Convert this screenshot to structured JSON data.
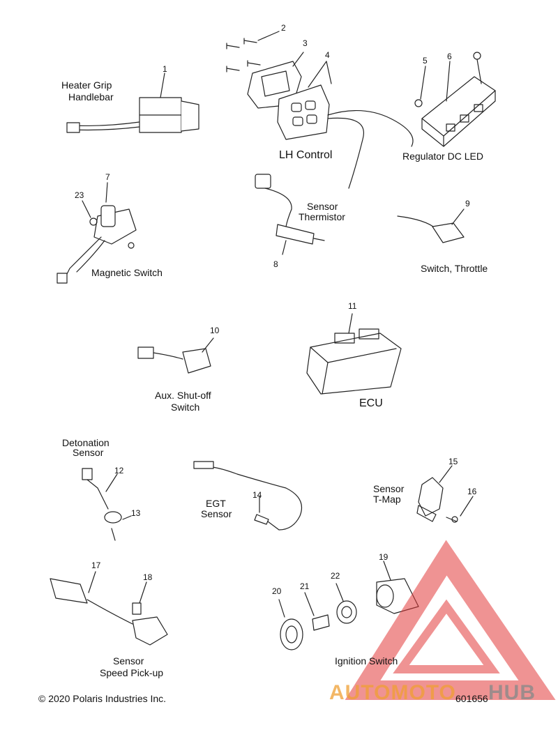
{
  "labels": {
    "heater_grip": "Heater Grip",
    "handlebar": "Handlebar",
    "lh_control": "LH Control",
    "regulator": "Regulator DC LED",
    "sensor": "Sensor",
    "thermistor": "Thermistor",
    "magnetic_switch": "Magnetic Switch",
    "switch_throttle": "Switch, Throttle",
    "aux_shutoff": "Aux. Shut-off",
    "aux_switch": "Switch",
    "ecu": "ECU",
    "detonation": "Detonation",
    "detonation_sensor": "Sensor",
    "egt": "EGT",
    "egt_sensor": "Sensor",
    "tmap_sensor": "Sensor",
    "tmap": "T-Map",
    "speed_sensor": "Sensor",
    "speed_pickup": "Speed Pick-up",
    "ignition_switch": "Ignition Switch"
  },
  "callouts": [
    "1",
    "2",
    "3",
    "4",
    "5",
    "6",
    "7",
    "8",
    "9",
    "10",
    "11",
    "12",
    "13",
    "14",
    "15",
    "16",
    "17",
    "18",
    "19",
    "20",
    "21",
    "22",
    "23"
  ],
  "footer": {
    "copyright": "© 2020 Polaris Industries Inc.",
    "part_number": "601656"
  },
  "watermark": {
    "brand_part1": "AUTOMOTO",
    "brand_part2": "HUB",
    "color_red": "#e23b3b",
    "color_orange": "#f0a033",
    "color_gray": "#8a8a8a"
  }
}
